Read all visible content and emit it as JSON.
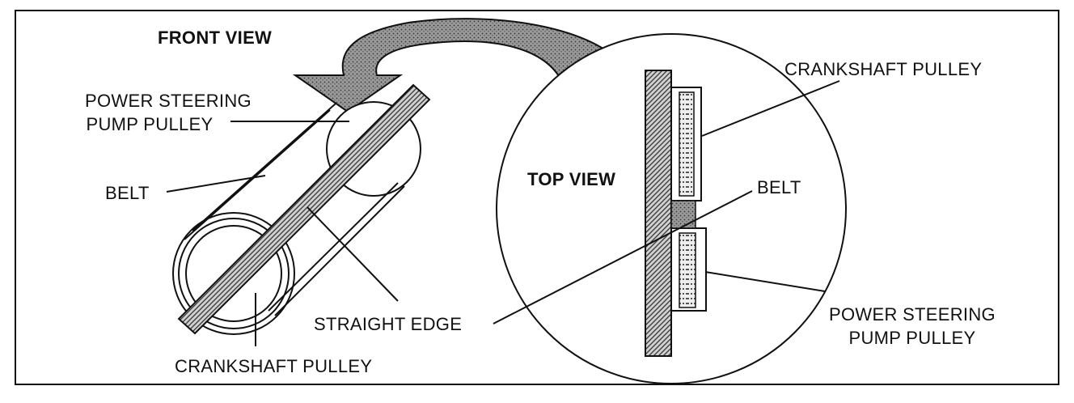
{
  "labels": {
    "front_view": "FRONT VIEW",
    "top_view": "TOP VIEW",
    "front": {
      "power_steering_line1": "POWER STEERING",
      "power_steering_line2": "PUMP PULLEY",
      "belt": "BELT",
      "straight_edge": "STRAIGHT EDGE",
      "crankshaft": "CRANKSHAFT PULLEY"
    },
    "top": {
      "crankshaft": "CRANKSHAFT PULLEY",
      "belt": "BELT",
      "power_steering_line1": "POWER STEERING",
      "power_steering_line2": "PUMP PULLEY"
    }
  },
  "colors": {
    "ink": "#111111",
    "hatch": "#555555",
    "arrow_fill": "#8a8a8a"
  }
}
